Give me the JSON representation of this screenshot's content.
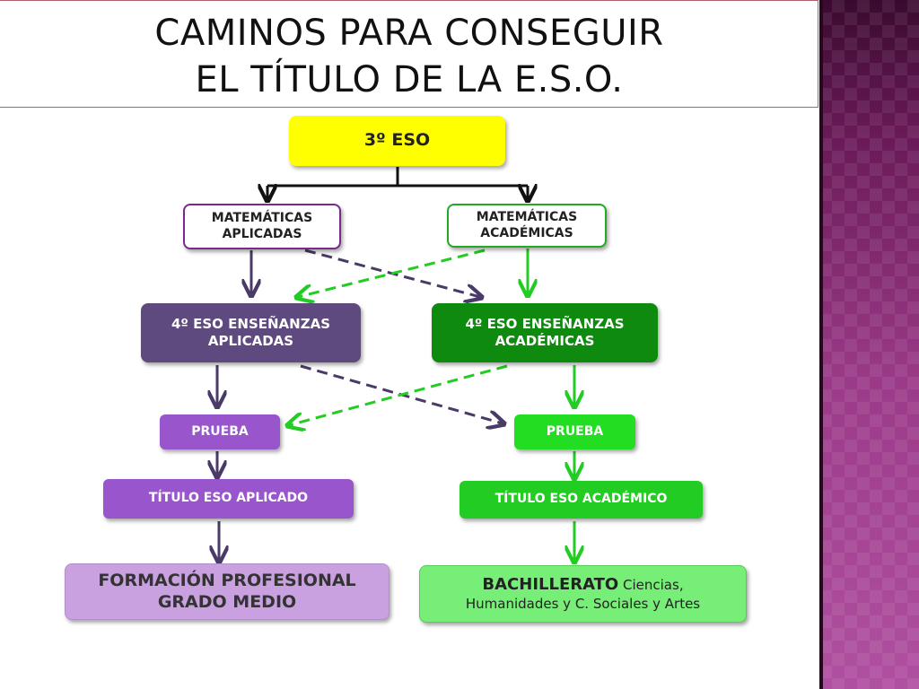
{
  "title": {
    "line1": "CAMINOS PARA CONSEGUIR",
    "line2": "EL TÍTULO DE LA E.S.O."
  },
  "boxes": {
    "eso3": {
      "line1": "3º ESO",
      "color": "#ffff00"
    },
    "mat_aplicadas": {
      "line1": "MATEMÁTICAS",
      "line2": "APLICADAS",
      "border": "#7a2a8a"
    },
    "mat_academicas": {
      "line1": "MATEMÁTICAS",
      "line2": "ACADÉMICAS",
      "border": "#22aa22"
    },
    "eso4_aplicadas": {
      "line1": "4º ESO ENSEÑANZAS",
      "line2": "APLICADAS",
      "color": "#5e4a7e"
    },
    "eso4_academicas": {
      "line1": "4º ESO ENSEÑANZAS",
      "line2": "ACADÉMICAS",
      "color": "#0e8a0e"
    },
    "prueba_aplicada": {
      "line1": "PRUEBA",
      "color": "#9955cc"
    },
    "prueba_academica": {
      "line1": "PRUEBA",
      "color": "#22dd22"
    },
    "titulo_aplicado": {
      "line1": "TÍTULO  ESO APLICADO",
      "color": "#9955cc"
    },
    "titulo_academico": {
      "line1": "TÍTULO  ESO ACADÉMICO",
      "color": "#22cc22"
    },
    "fp": {
      "line1": "FORMACIÓN PROFESIONAL",
      "line2": "GRADO MEDIO",
      "color": "#c9a0e0"
    },
    "bachillerato": {
      "strong": "BACHILLERATO",
      "rest": " Ciencias,",
      "line2": "Humanidades  y C. Sociales  y Artes",
      "color": "#77ee77"
    }
  }
}
